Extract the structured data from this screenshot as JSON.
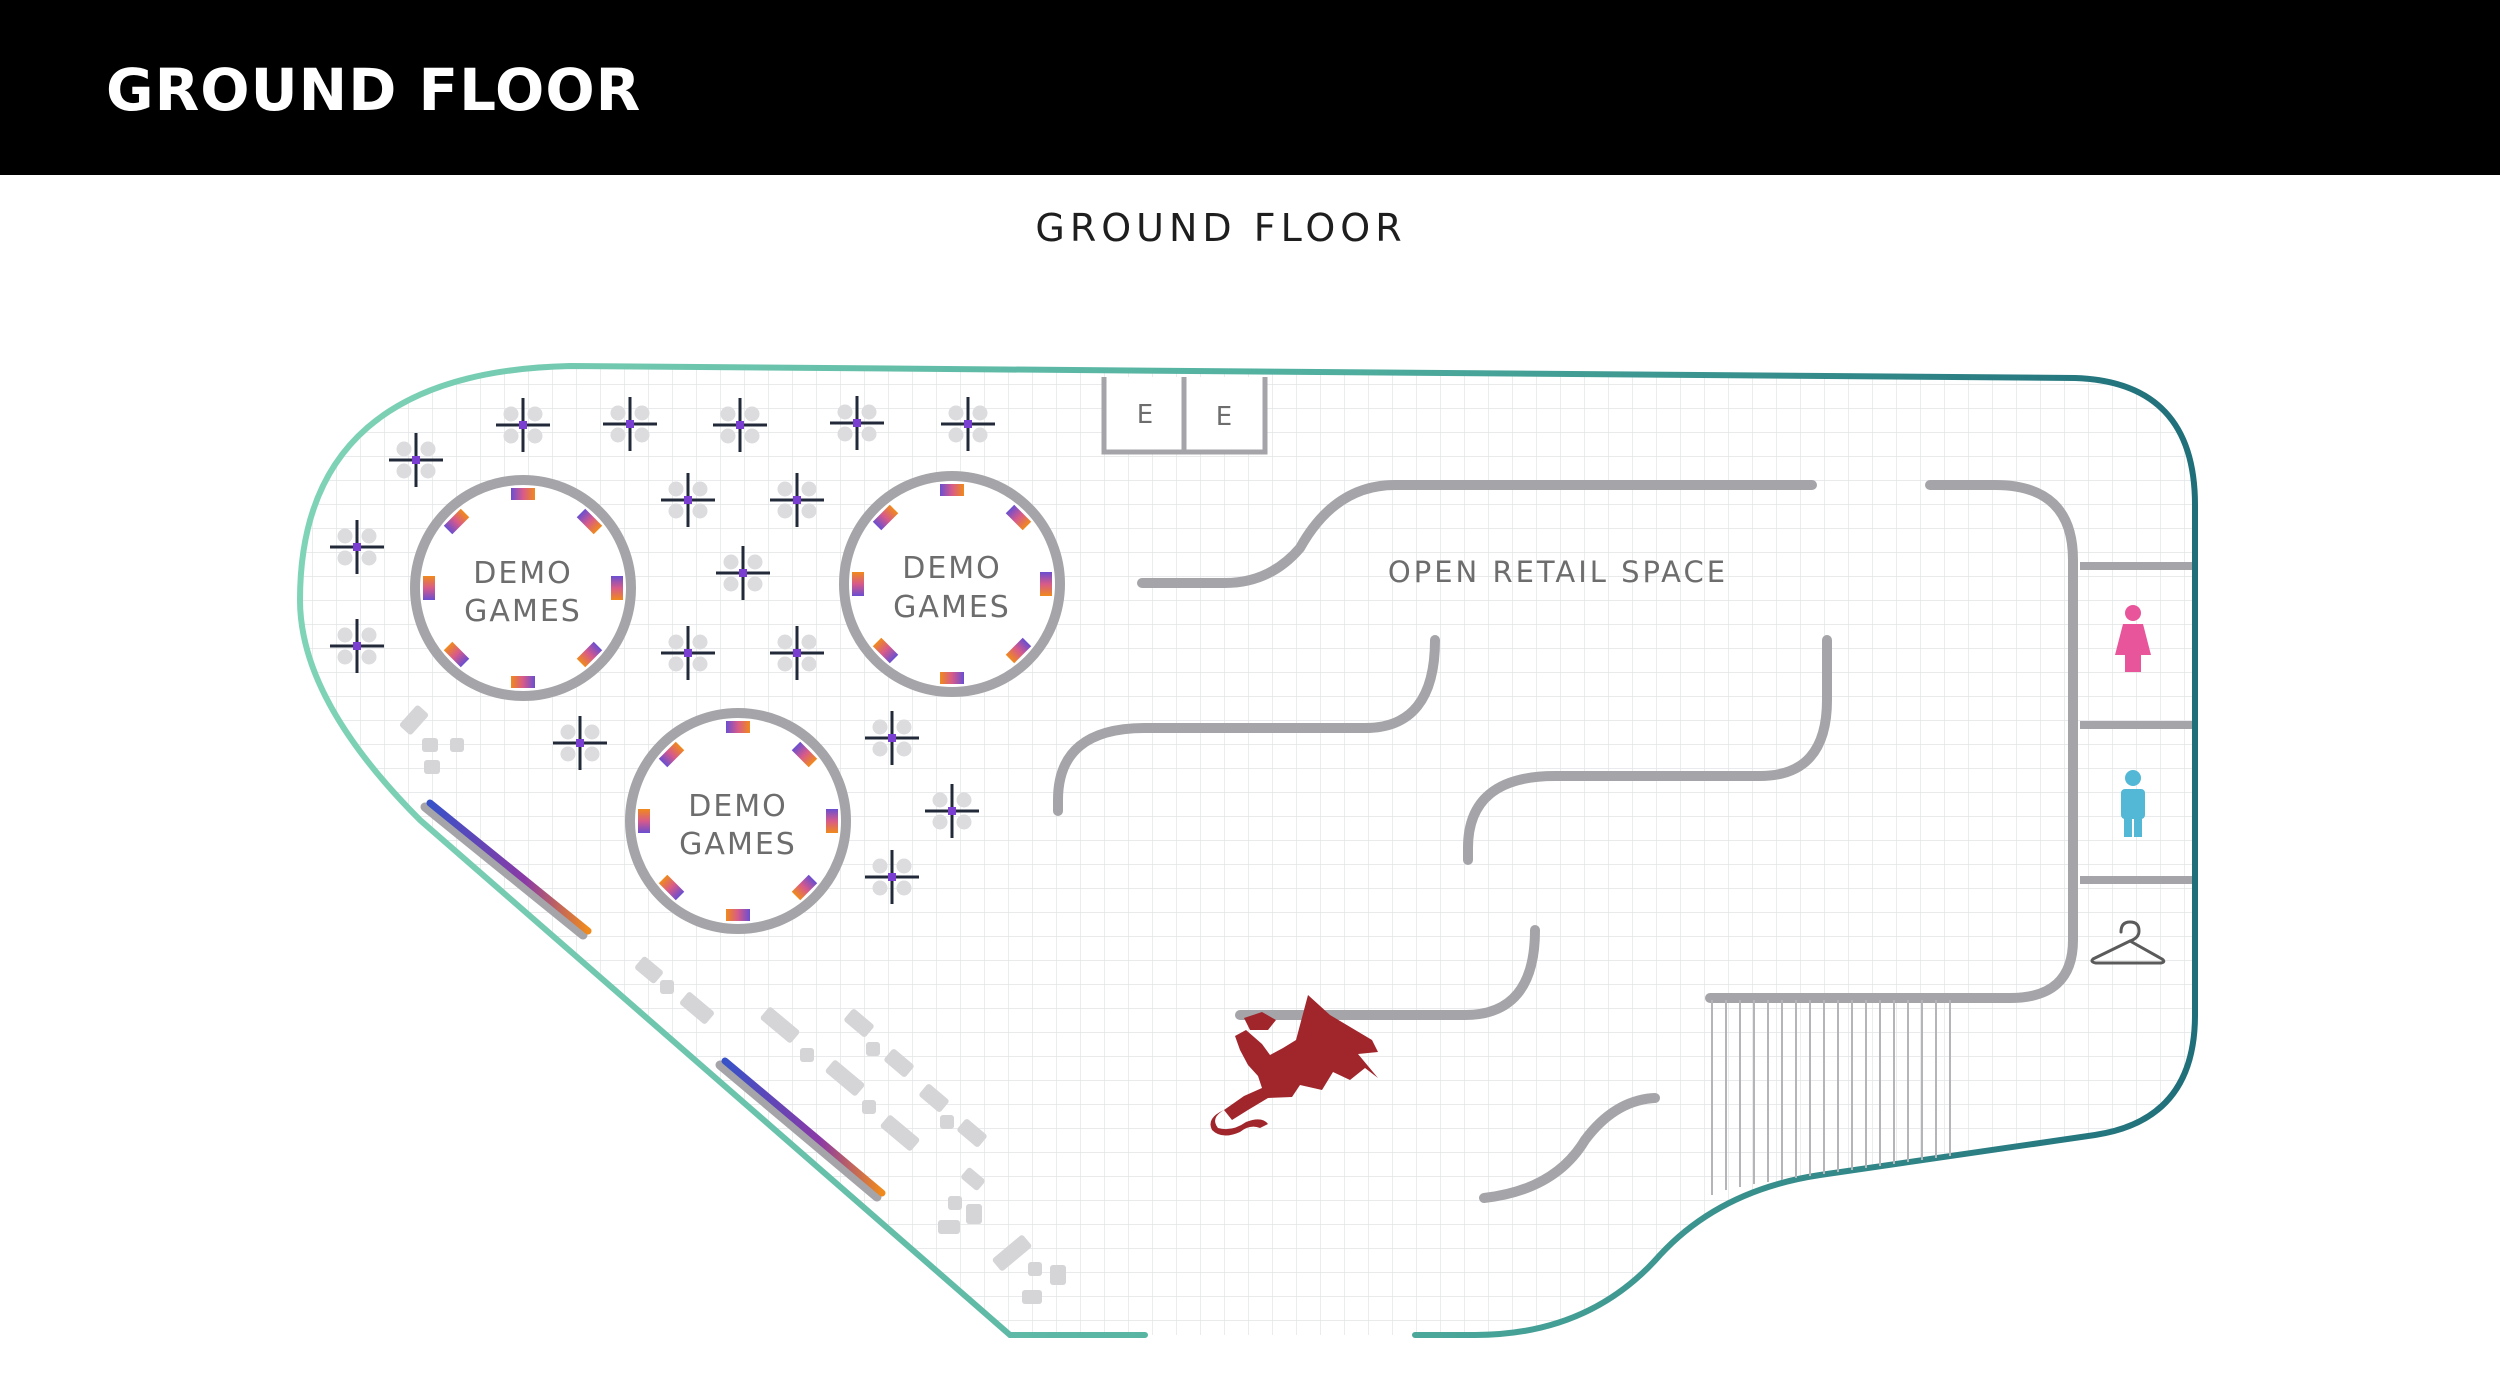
{
  "header": {
    "title": "GROUND FLOOR"
  },
  "map": {
    "title": "GROUND FLOOR",
    "zones": {
      "demo_area_1": [
        "DEMO",
        "GAMES"
      ],
      "demo_area_2": [
        "DEMO",
        "GAMES"
      ],
      "demo_area_3": [
        "DEMO",
        "GAMES"
      ],
      "retail": "OPEN RETAIL SPACE",
      "elevator_1": "E",
      "elevator_2": "E"
    },
    "icons": {
      "womens_restroom": "womens-restroom-icon",
      "mens_restroom": "mens-restroom-icon",
      "cloakroom": "coat-hanger-icon",
      "mascot": "dragon-icon",
      "station": "gaming-station-icon"
    },
    "colors": {
      "header_bg": "#000000",
      "outline_start": "#7fd3b6",
      "outline_end": "#1f6f7a",
      "fixture": "#a5a5a9",
      "womens": "#e8559a",
      "mens": "#52b8d6",
      "dragon": "#a0262c"
    }
  }
}
